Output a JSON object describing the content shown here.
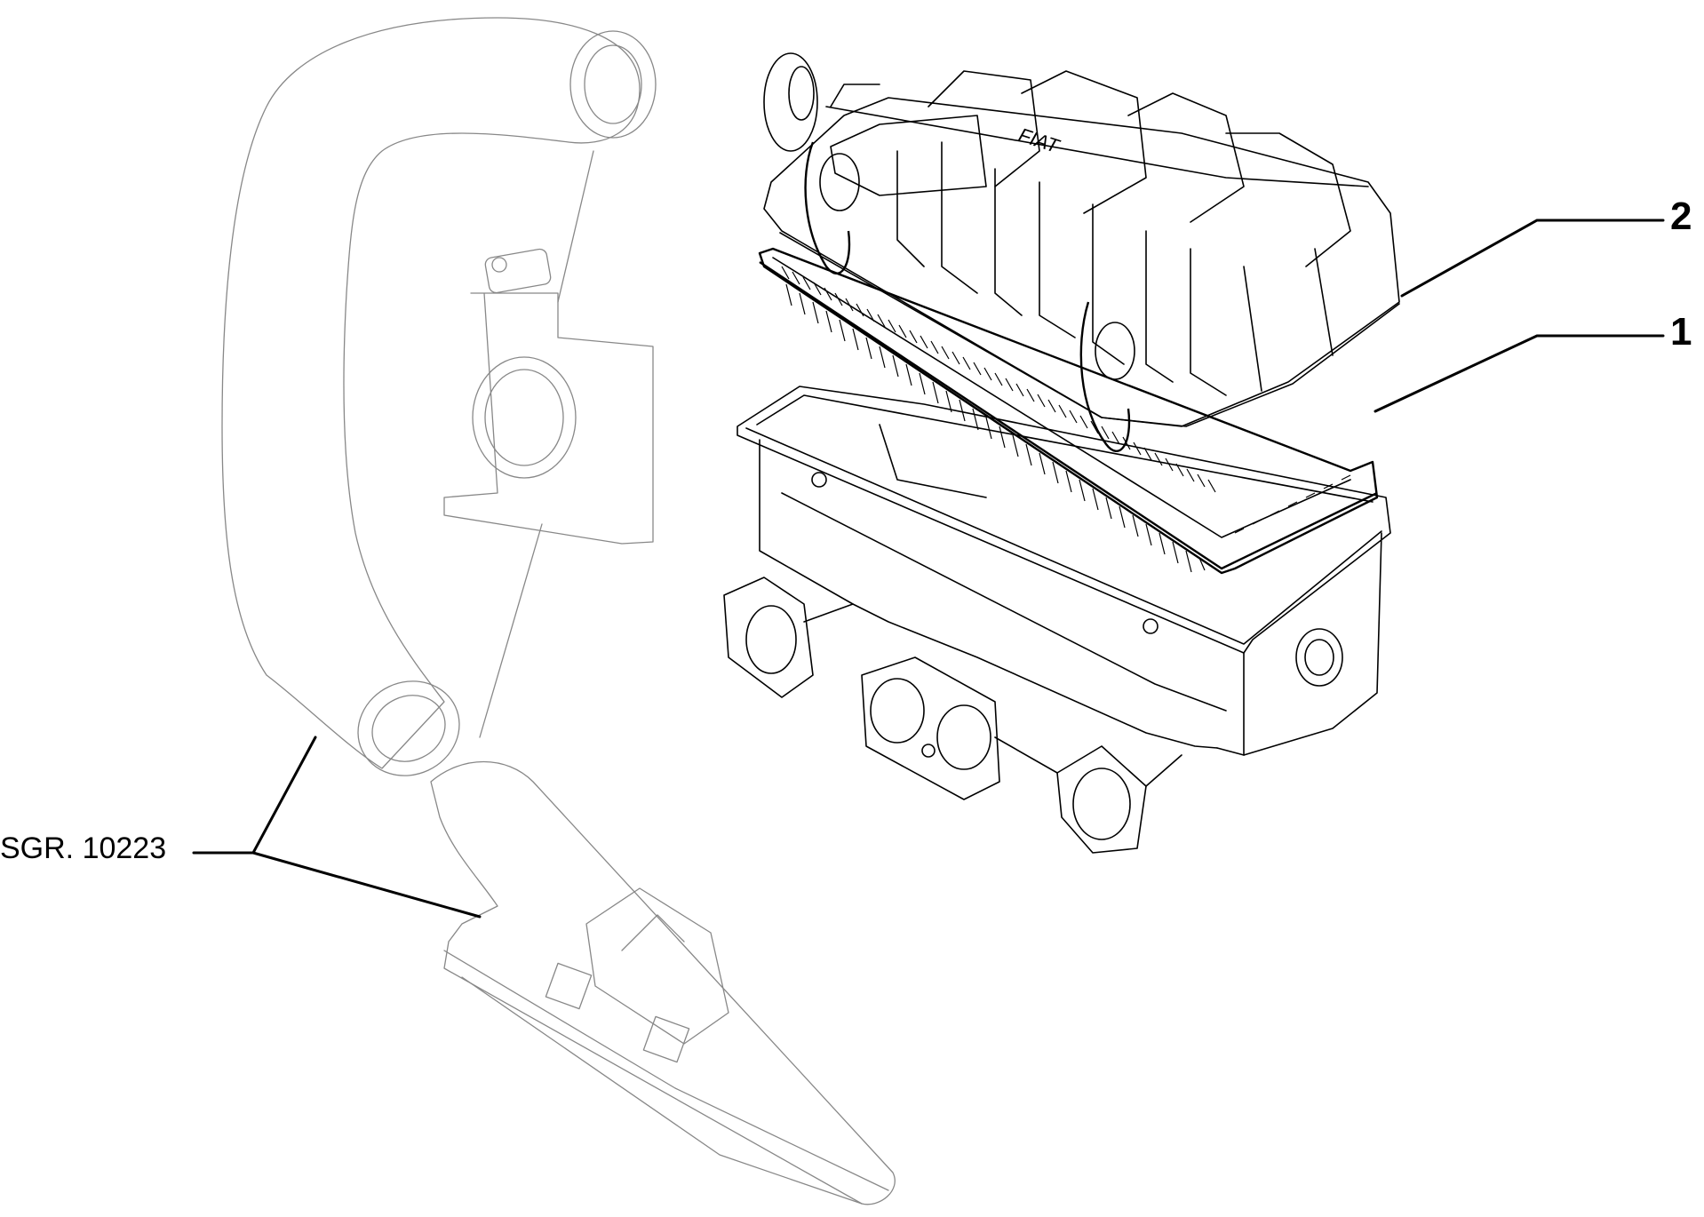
{
  "callouts": {
    "part_2": "2",
    "part_1": "1",
    "reference": "SGR. 10223"
  },
  "emboss_text": "FIAT",
  "colors": {
    "line": "#000000",
    "faint_line": "#888888",
    "background": "#ffffff"
  }
}
